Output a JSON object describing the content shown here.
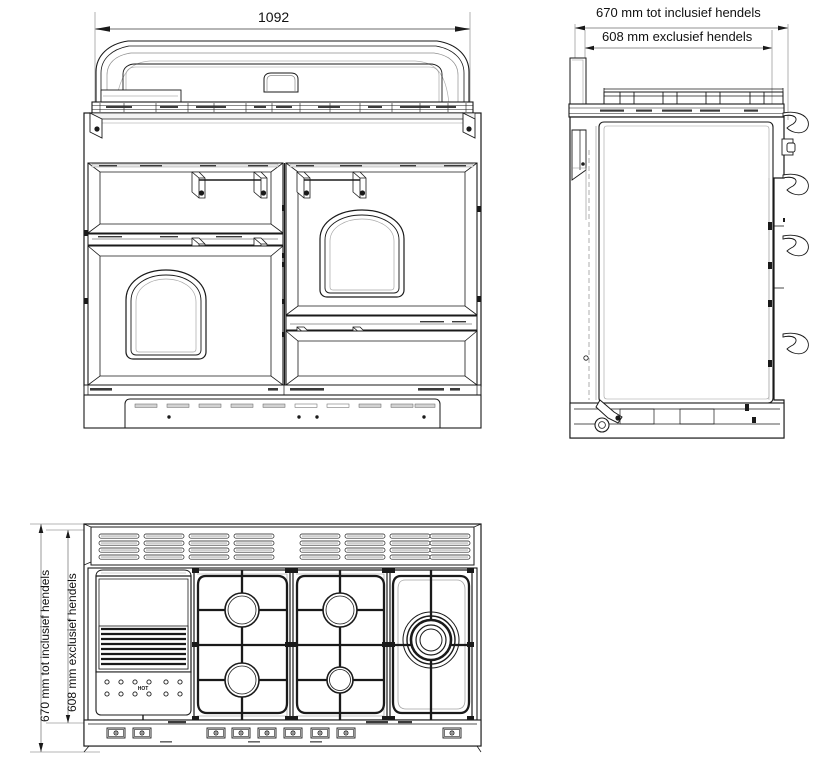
{
  "drawing": {
    "type": "technical-orthographic-projection",
    "subject": "range cooker / fornuis",
    "units": "mm",
    "line_color": "#1a1a1a",
    "dimension_line_color": "#b5b5b5",
    "background": "#ffffff"
  },
  "dimensions": {
    "front_width": {
      "value": "1092",
      "label": "1092",
      "view": "front-elevation",
      "orientation": "horizontal"
    },
    "side_depth_incl": {
      "label": "670 mm tot inclusief hendels",
      "value": "670",
      "view": "side-elevation",
      "orientation": "horizontal"
    },
    "side_depth_excl": {
      "label": "608 mm exclusief hendels",
      "value": "608",
      "view": "side-elevation",
      "orientation": "horizontal"
    },
    "plan_depth_incl": {
      "label": "670 mm tot inclusief hendels",
      "value": "670",
      "view": "plan-view",
      "orientation": "vertical"
    },
    "plan_depth_excl": {
      "label": "608 mm exclusief hendels",
      "value": "608",
      "view": "plan-view",
      "orientation": "vertical"
    }
  },
  "views": {
    "front": {
      "name": "front-elevation",
      "features": [
        "backguard-lid",
        "control-panel-strip",
        "left-oven-door",
        "right-oven-door",
        "grill-door",
        "warming-drawer",
        "door-handles",
        "arched-window-left",
        "arched-window-right",
        "plinth-vent-panel"
      ]
    },
    "side": {
      "name": "side-elevation",
      "features": [
        "hob-top-profile",
        "door-handle-upper",
        "door-handle-mid",
        "door-handle-lower",
        "door-handle-bottom",
        "hinge-assembly",
        "adjustable-foot"
      ]
    },
    "plan": {
      "name": "plan-view-hob",
      "features": [
        "backguard-vent-slots",
        "griddle-plate",
        "warming-plate",
        "burner-grate-left",
        "burner-grate-centre",
        "wok-burner",
        "front-rail-brackets"
      ],
      "hot_plate_label": "HOT",
      "burner_count": 5
    }
  }
}
